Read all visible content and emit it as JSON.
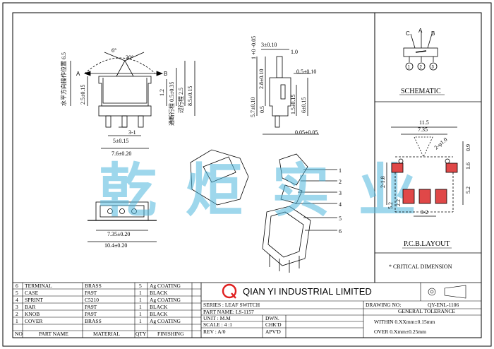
{
  "drawing": {
    "top_view": {
      "angles": [
        "6°",
        "30°"
      ],
      "arrow_a": "A",
      "arrow_b": "B",
      "left_label": "水平方向操作位置 6.5",
      "dims": {
        "h_2_5": "2.5±0.15",
        "h_1_2": "1.2",
        "h_3_5": "通断行程 0.5±0.35",
        "h_4_5": "过行程 2.5",
        "h_8_5": "8.5±0.15",
        "w_3_1": "3-1",
        "w_5": "5±0.15",
        "w_7_6": "7.6±0.20"
      }
    },
    "side_view": {
      "dims": {
        "top_3": "3±0.10",
        "top_1": "1.0",
        "tol_1": "1 +0 -0.05",
        "h_2_8": "2.8±0.10",
        "h_5_7": "5.7±0.10",
        "w_0_5": "0.5±0.10",
        "h_0_5": "0.5",
        "h_1_5": "1.5±0.15",
        "h_6": "6±0.15",
        "flat": "0.05±0.05"
      }
    },
    "bottom_view": {
      "dims": {
        "w_7_35": "7.35±0.20",
        "w_10_4": "10.4±0.20"
      }
    },
    "watermark": "乾 炬 实 业",
    "balloons": [
      "1",
      "2",
      "3",
      "4",
      "5",
      "6"
    ]
  },
  "schematic": {
    "pins_top": [
      "C",
      "A",
      "B"
    ],
    "pins_bottom": [
      "1",
      "2",
      "3"
    ],
    "title": "SCHEMATIC"
  },
  "pcb": {
    "dims": {
      "w_11_5": "11.5",
      "w_7_35": "7.35",
      "d_2": "2-φ1.0",
      "h_0_9": "0.9",
      "h_1_6": "1.6",
      "h_5_2": "5.2",
      "l_2_8": "2-1.8",
      "l_5_2": "5.2",
      "l_2_2": "2.2",
      "b_3_2": "3-2"
    },
    "title": "P.C.B.LAYOUT",
    "note": "* CRITICAL  DIMENSION"
  },
  "bom": {
    "rows": [
      {
        "no": "6",
        "name": "TERMINAL",
        "material": "BRASS",
        "qty": "5",
        "finishing": "Ag COATING"
      },
      {
        "no": "5",
        "name": "CASE",
        "material": "PA9T",
        "qty": "1",
        "finishing": "BLACK"
      },
      {
        "no": "4",
        "name": "SPRINT",
        "material": "C5210",
        "qty": "1",
        "finishing": "Ag COATING"
      },
      {
        "no": "3",
        "name": "BAR",
        "material": "PA9T",
        "qty": "1",
        "finishing": "BLACK"
      },
      {
        "no": "2",
        "name": "KNOB",
        "material": "PA9T",
        "qty": "1",
        "finishing": "BLACK"
      },
      {
        "no": "1",
        "name": "COVER",
        "material": "BRASS",
        "qty": "1",
        "finishing": "Ag COATING"
      }
    ],
    "headers": {
      "no": "NO",
      "name": "PART NAME",
      "material": "MATERIAL",
      "qty": "QTY",
      "finishing": "FINISHING"
    }
  },
  "title_block": {
    "logo_letter": "Q",
    "company": "QIAN  YI  INDUSTRIAL  LIMITED",
    "series": "SERIES : LEAF SWITCH",
    "part_name": "PART NAME: LS-1157",
    "unit": "UNIT : M.M",
    "scale": "SCALE : 4 :1",
    "rev": "REV  :  A/0",
    "dwn": "DWN.",
    "chkd": "CHK'D",
    "apvd": "APV'D",
    "drawing_no_label": "DRAWING NO:",
    "drawing_no": "QY-ENL-1106",
    "tolerance_title": "GENERAL TOLERANCE",
    "tol_1": "WITHIN  0.XXmm±0.15mm",
    "tol_2": "OVER   0.Xmm±0.25mm"
  }
}
